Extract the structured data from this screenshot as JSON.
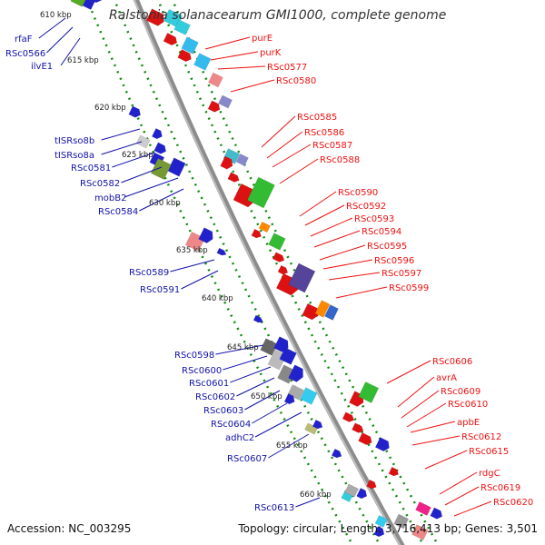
{
  "title": "Ralstonia solanacearum GMI1000, complete genome",
  "footer": {
    "accession": "Accession: NC_003295",
    "summary": "Topology: circular; Length: 3,716,413 bp; Genes: 3,501"
  },
  "colors": {
    "forward_label": "#ee1111",
    "reverse_label": "#1111aa",
    "backbone": "#8c8c8c",
    "ruler": "#0f8a0f"
  },
  "kbp_ticks": [
    "610 kbp",
    "615 kbp",
    "620 kbp",
    "625 kbp",
    "630 kbp",
    "635 kbp",
    "640 kbp",
    "645 kbp",
    "650 kbp",
    "655 kbp",
    "660 kbp"
  ],
  "forward_genes": [
    "purE",
    "purK",
    "RSc0577",
    "RSc0580",
    "RSc0585",
    "RSc0586",
    "RSc0587",
    "RSc0588",
    "RSc0590",
    "RSc0592",
    "RSc0593",
    "RSc0594",
    "RSc0595",
    "RSc0596",
    "RSc0597",
    "RSc0599",
    "RSc0606",
    "avrA",
    "RSc0609",
    "RSc0610",
    "apbE",
    "RSc0612",
    "RSc0615",
    "rdgC",
    "RSc0619",
    "RSc0620"
  ],
  "reverse_genes": [
    "rfaF",
    "RSc0566",
    "ilvE1",
    "tISRso8b",
    "tISRso8a",
    "RSc0581",
    "RSc0582",
    "mobB2",
    "RSc0584",
    "RSc0589",
    "RSc0591",
    "RSc0598",
    "RSc0600",
    "RSc0601",
    "RSc0602",
    "RSc0603",
    "RSc0604",
    "adhC2",
    "RSc0607",
    "RSc0613"
  ]
}
